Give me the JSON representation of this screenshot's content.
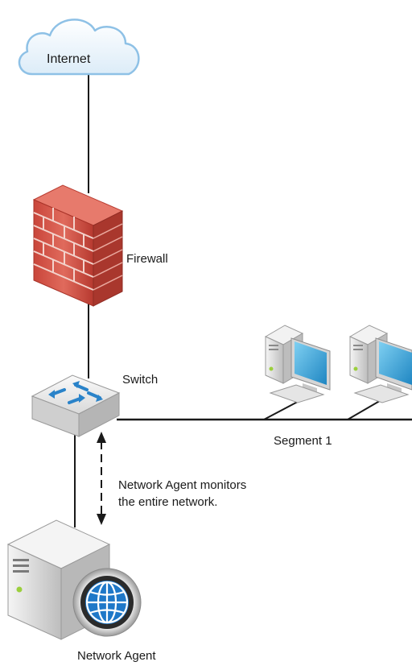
{
  "nodes": {
    "internet": {
      "label": "Internet",
      "icon": "cloud-icon"
    },
    "firewall": {
      "label": "Firewall",
      "icon": "firewall-brick-icon"
    },
    "switch": {
      "label": "Switch",
      "icon": "network-switch-icon"
    },
    "segment": {
      "label": "Segment 1"
    },
    "workstations": [
      {
        "icon": "workstation-icon"
      },
      {
        "icon": "workstation-icon"
      }
    ],
    "agent": {
      "label": "Network Agent",
      "icon": "server-globe-icon"
    }
  },
  "annotation": {
    "line1": "Network Agent monitors",
    "line2": "the entire network."
  },
  "colors": {
    "line": "#1a1a1a",
    "cloud_fill": "#eef6fc",
    "cloud_stroke": "#8ec1e6",
    "brick": "#d9584c",
    "mortar": "#f3d3cc",
    "switch_body": "#e6e6e6",
    "arrow_blue": "#2a83c9",
    "monitor_screen": "#3aa8dc",
    "globe_blue": "#1f78c8"
  }
}
